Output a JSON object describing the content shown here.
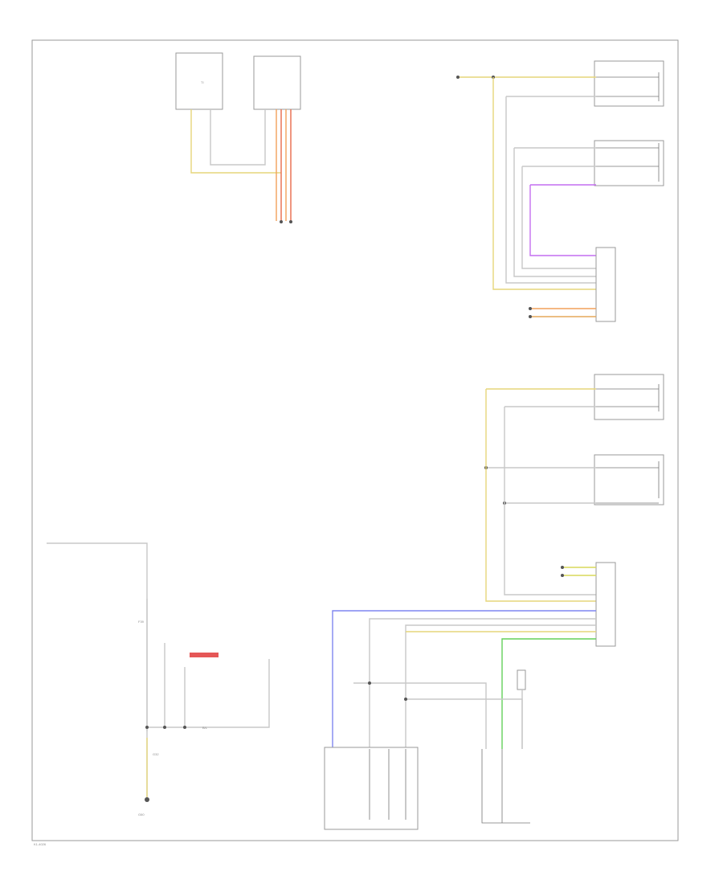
{
  "colors": {
    "frame": "#9a9a9a",
    "wire_yellow": "#e6d67a",
    "wire_gray": "#c8c8c8",
    "wire_orange": "#f2a15a",
    "wire_red": "#e86a4a",
    "wire_violet": "#c46ff0",
    "wire_blue": "#7f86f0",
    "wire_green": "#63d15a",
    "highlight_red": "#e03a3a"
  },
  "labels": {
    "ti": "TI",
    "bl": "B/L",
    "fuse": "F39",
    "ground_a": "G60",
    "ground_b": "G32"
  },
  "footer": {
    "code": "K1-4026"
  }
}
